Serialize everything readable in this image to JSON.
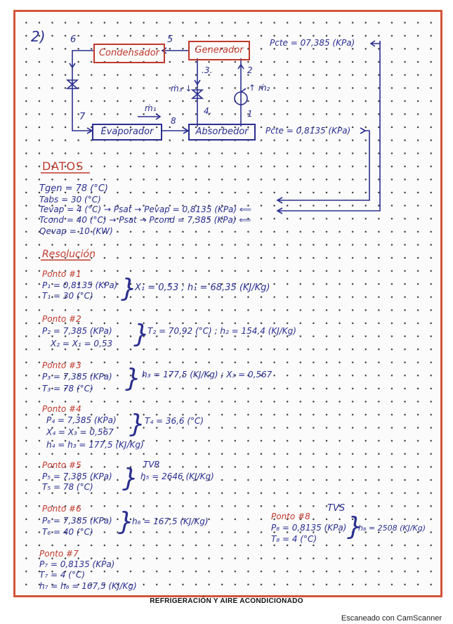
{
  "problem_number": "2)",
  "diagram": {
    "condensador": "Condensador",
    "generador": "Generador",
    "evaporador": "Evaporador",
    "absorbedor": "Absorbedor",
    "n6": "6",
    "n5": "5",
    "n3": ".3.",
    "n2": "2",
    "n7": "7",
    "n8": "8",
    "n4": "4.",
    "n1": "1",
    "m3": "ṁ₃ ↓",
    "m2": "↑ ṁ₂",
    "m1": "ṁ₁",
    "pcte_top": "Pcte = 07,385 (KPa)",
    "pcte_bottom": "Pcte = 0,8135 (KPa)"
  },
  "datos": {
    "title": "DATOS",
    "line1": "Tgen = 78 (°C)",
    "line2": "Tabs = 30 (°C)",
    "line3": "Tevap = 4 (°C) → Psat → Pevap = 0,8135 (KPa) ⟸",
    "line4": "Tcond = 40 (°C) → Psat → Pcond = 7,385 (KPa) ⟸",
    "line5": "Qevap = 10 (KW)"
  },
  "resolucion": "Resolución",
  "ponto1": {
    "title": "Ponto #1",
    "l1": "P₁ = 0,8135 (KPa)",
    "l2": "T₁ = 30 (°C)",
    "res": "X₁ = 0,53  ;  h₁ = 68,35 (KJ/Kg)"
  },
  "ponto2": {
    "title": "Ponto #2",
    "l1": "P₂ = 7,385 (KPa)",
    "l2": "X₂ = X₁ = 0,53",
    "res": "T₂ = 70,92 (°C)  ;  h₂ = 154,4 (KJ/Kg)"
  },
  "ponto3": {
    "title": "Ponto #3",
    "l1": "P₃ = 7,385 (KPa)",
    "l2": "T₃ = 78 (°C)",
    "res": "h₃ = 177,5 (KJ/Kg)  ;  X₃ = 0,567"
  },
  "ponto4": {
    "title": "Ponto #4",
    "l1": "P₄ = 7,385 (KPa)",
    "l2": "X₄ = X₃ = 0,567",
    "l3": "h₄ = h₃ = 177,5 (KJ/Kg)",
    "res": "T₄ = 36,6 (°C)"
  },
  "ponto5": {
    "title": "Ponto #5",
    "l1": "P₅ = 7,385 (KPa)",
    "l2": "T₅ = 78 (°C)",
    "tag": "TVR",
    "res": "h₅ = 2646 (KJ/Kg)"
  },
  "ponto6": {
    "title": "Ponto #6",
    "l1": "P₆ = 7,385 (KPa)",
    "l2": "T₆ = 40 (°C)",
    "res": "h₆ = 167,5 (KJ/Kg)"
  },
  "ponto8": {
    "title": "Ponto #8",
    "tag": "TVS",
    "l1": "P₈ = 0,8135 (KPa)",
    "l2": "T₈ = 4 (°C)",
    "res": "h₈ = 2508 (KJ/Kg)"
  },
  "ponto7": {
    "title": "Ponto #7",
    "l1": "P₇ = 0,8135 (KPa)",
    "l2": "T₇ = 4 (°C)",
    "l3": "h₇ = h₆ = 167,5 (KJ/Kg)"
  },
  "footer": "REFRIGERACIÓN Y AIRE ACONDICIONADO",
  "scanner": "Escaneado con CamScanner"
}
